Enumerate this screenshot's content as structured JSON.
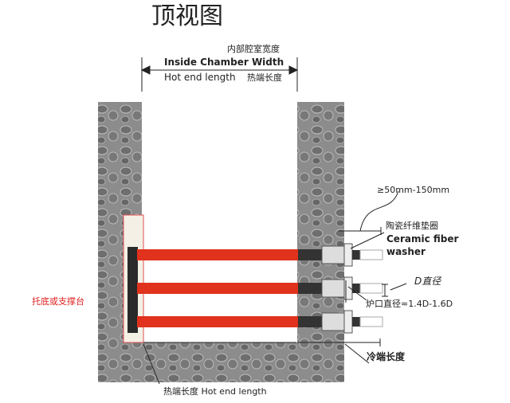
{
  "title": "顶视图",
  "width_cn": "内部腔室宽度",
  "width_en": "Inside Chamber Width",
  "hot_end_en": "Hot end length",
  "hot_end_cn": "热端长度",
  "distance": "≥50mm-150mm",
  "washer_cn": "陶瓷纤维垫圈",
  "washer_en1": "Ceramic fiber",
  "washer_en2": "washer",
  "d_label": "D直径",
  "hole_label": "炉口直径≈1.4D-1.6D",
  "cold_end": "冷端长度",
  "support": "托底或支撑台",
  "bottom_label": "热端长度 Hot end length",
  "colors": {
    "rod": "#e0321c",
    "wall": "#8a8a8a",
    "support_text": "#e02020"
  }
}
